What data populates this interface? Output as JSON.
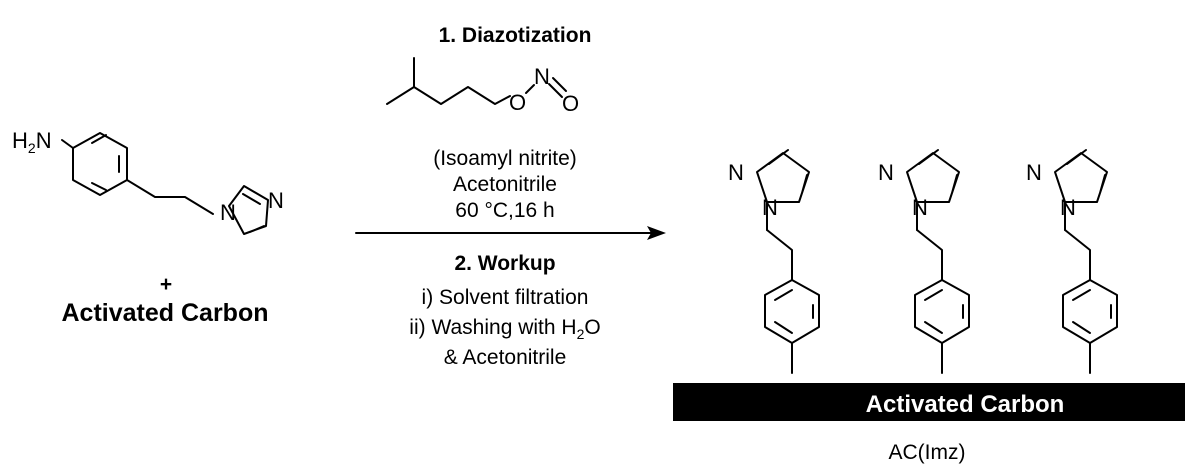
{
  "reactant": {
    "amine_label": "H2N",
    "atoms": {
      "imidazole_n1": "N",
      "imidazole_n3": "N"
    },
    "plus_sign": "+",
    "carbon_label": "Activated Carbon"
  },
  "step1": {
    "title": "1. Diazotization",
    "nitrite_atoms": {
      "o": "O",
      "n": "N",
      "o2": "O"
    },
    "reagent": "(Isoamyl nitrite)",
    "solvent": "Acetonitrile",
    "conditions": "60 °C,16 h"
  },
  "step2": {
    "title": "2. Workup",
    "line1": "i) Solvent filtration",
    "line2": "ii) Washing with H2O",
    "line3": "& Acetonitrile"
  },
  "product": {
    "atom_n3": "N",
    "atom_n1": "N",
    "support_label": "Activated Carbon",
    "name": "AC(Imz)"
  }
}
